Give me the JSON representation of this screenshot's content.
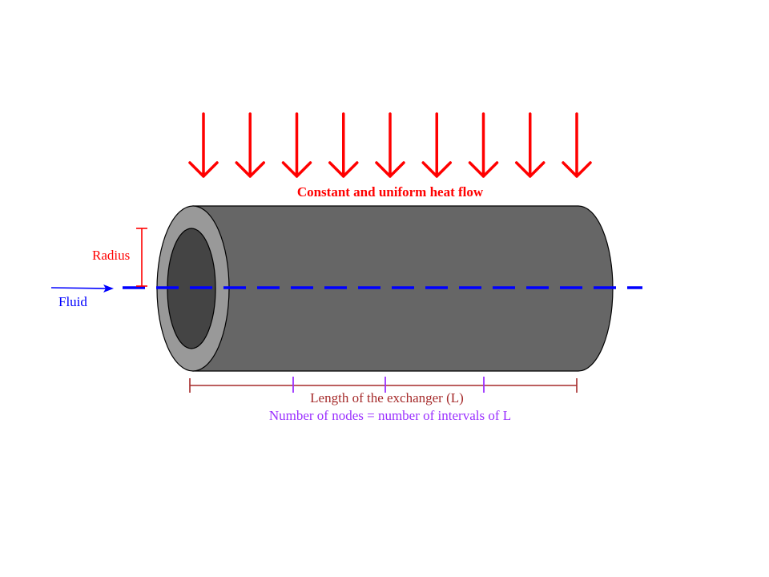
{
  "colors": {
    "heat": "#ff0000",
    "fluid": "#0000ff",
    "length": "#a52a2a",
    "nodes": "#9b30ff",
    "pipe_body": "#666666",
    "pipe_rim": "#999999",
    "pipe_bore": "#444444"
  },
  "labels": {
    "heat_flow": "Constant and uniform heat flow",
    "radius": "Radius",
    "fluid": "Fluid",
    "length": "Length of the exchanger (L)",
    "nodes": "Number of nodes = number of intervals of L"
  },
  "heat_arrow_count": 9,
  "node_tick_count": 3
}
